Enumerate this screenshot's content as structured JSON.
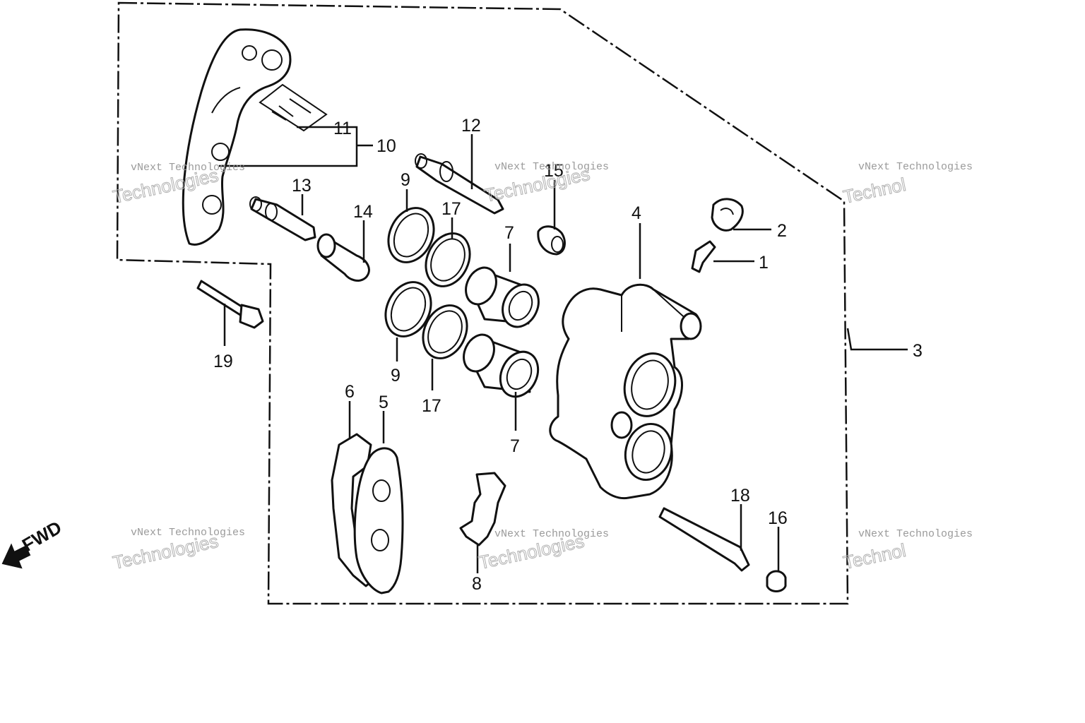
{
  "diagram": {
    "callouts": {
      "c1": "1",
      "c2": "2",
      "c3": "3",
      "c4": "4",
      "c5": "5",
      "c6": "6",
      "c7a": "7",
      "c7b": "7",
      "c8": "8",
      "c9a": "9",
      "c9b": "9",
      "c10": "10",
      "c11": "11",
      "c12": "12",
      "c13": "13",
      "c14": "14",
      "c15": "15",
      "c16": "16",
      "c17a": "17",
      "c17b": "17",
      "c18": "18",
      "c19": "19"
    },
    "direction_label": "FWD",
    "watermark": {
      "line1": "vNext Technologies",
      "line2": "Technologies",
      "line2_partial": "Technol"
    },
    "colors": {
      "ink": "#111111",
      "watermark": "#9a9a9a",
      "background": "#ffffff"
    }
  }
}
